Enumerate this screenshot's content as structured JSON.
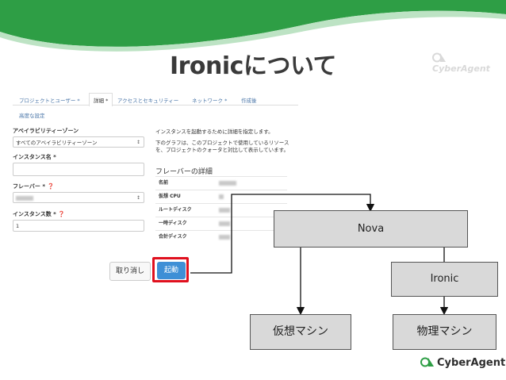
{
  "slide": {
    "title": "Ironicについて",
    "logo_text": "CyberAgent"
  },
  "dialog": {
    "tabs": [
      "プロジェクトとユーザー *",
      "詳細 *",
      "アクセスとセキュリティー",
      "ネットワーク *",
      "作成後",
      "高度な設定"
    ],
    "fields": {
      "az_label": "アベイラビリティーゾーン",
      "az_value": "すべてのアベイラビリティーゾーン",
      "name_label": "インスタンス名 *",
      "name_value": "",
      "flavor_label": "フレーバー * ❓",
      "count_label": "インスタンス数 * ❓",
      "count_value": "1"
    },
    "description": {
      "line1": "インスタンスを起動するために詳細を指定します。",
      "line2": "下のグラフは、このプロジェクトで使用しているリソースを、プロジェクトのクォータと対比して表示しています。"
    },
    "flavor_details": {
      "title": "フレーバーの詳細",
      "rows": [
        "名前",
        "仮想 CPU",
        "ルートディスク",
        "一時ディスク",
        "合計ディスク"
      ]
    },
    "buttons": {
      "cancel": "取り消し",
      "launch": "起動"
    }
  },
  "diagram": {
    "nova": "Nova",
    "ironic": "Ironic",
    "virtual_machine": "仮想マシン",
    "physical_machine": "物理マシン"
  },
  "colors": {
    "green_wave": "#2e9e45",
    "highlight": "#e0101e",
    "launch_button": "#3e8fd6"
  }
}
